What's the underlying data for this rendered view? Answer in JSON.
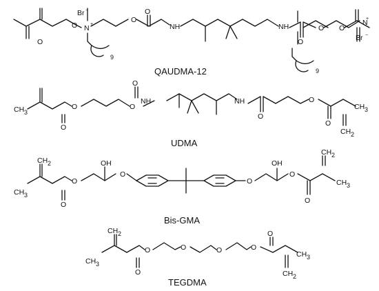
{
  "compounds": [
    {
      "name": "QAUDMA-12"
    },
    {
      "name": "UDMA"
    },
    {
      "name": "Bis-GMA"
    },
    {
      "name": "TEGDMA"
    }
  ],
  "atoms": {
    "O": "O",
    "NH": "NH",
    "OH": "OH",
    "N": "N",
    "plus": "+",
    "Br": "Br",
    "minus": "−",
    "CH3": "CH",
    "CH2": "CH",
    "sub3": "3",
    "sub2": "2",
    "chain_repeat": "9"
  },
  "colors": {
    "ink": "#111111",
    "background": "#ffffff"
  }
}
